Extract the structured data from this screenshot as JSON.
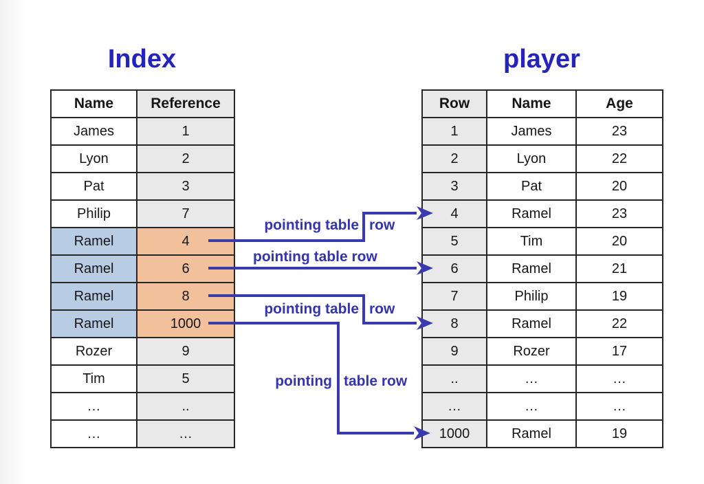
{
  "titles": {
    "index": "Index",
    "player": "player"
  },
  "index_table": {
    "headers": [
      "Name",
      "Reference"
    ],
    "rows": [
      {
        "name": "James",
        "ref": "1"
      },
      {
        "name": "Lyon",
        "ref": "2"
      },
      {
        "name": "Pat",
        "ref": "3"
      },
      {
        "name": "Philip",
        "ref": "7"
      },
      {
        "name": "Ramel",
        "ref": "4",
        "highlighted": true
      },
      {
        "name": "Ramel",
        "ref": "6",
        "highlighted": true
      },
      {
        "name": "Ramel",
        "ref": "8",
        "highlighted": true
      },
      {
        "name": "Ramel",
        "ref": "1000",
        "highlighted": true
      },
      {
        "name": "Rozer",
        "ref": "9"
      },
      {
        "name": "Tim",
        "ref": "5"
      },
      {
        "name": "…",
        "ref": ".."
      },
      {
        "name": "…",
        "ref": "…"
      }
    ]
  },
  "player_table": {
    "headers": [
      "Row",
      "Name",
      "Age"
    ],
    "rows": [
      {
        "row": "1",
        "name": "James",
        "age": "23"
      },
      {
        "row": "2",
        "name": "Lyon",
        "age": "22"
      },
      {
        "row": "3",
        "name": "Pat",
        "age": "20"
      },
      {
        "row": "4",
        "name": "Ramel",
        "age": "23"
      },
      {
        "row": "5",
        "name": "Tim",
        "age": "20"
      },
      {
        "row": "6",
        "name": "Ramel",
        "age": "21"
      },
      {
        "row": "7",
        "name": "Philip",
        "age": "19"
      },
      {
        "row": "8",
        "name": "Ramel",
        "age": "22"
      },
      {
        "row": "9",
        "name": "Rozer",
        "age": "17"
      },
      {
        "row": "..",
        "name": "…",
        "age": "…"
      },
      {
        "row": "…",
        "name": "…",
        "age": "…"
      },
      {
        "row": "1000",
        "name": "Ramel",
        "age": "19"
      }
    ]
  },
  "arrows": {
    "connections": [
      {
        "from_reference": "4",
        "to_row": "4"
      },
      {
        "from_reference": "6",
        "to_row": "6"
      },
      {
        "from_reference": "8",
        "to_row": "8"
      },
      {
        "from_reference": "1000",
        "to_row": "1000"
      }
    ],
    "labels": [
      {
        "part1": "pointing table",
        "part2": "row"
      },
      {
        "part1": "pointing table row",
        "part2": ""
      },
      {
        "part1": "pointing table",
        "part2": "row"
      },
      {
        "part1": "pointing",
        "part2": "table row"
      }
    ]
  },
  "colors": {
    "title_blue": "#2424b8",
    "label_blue": "#3434ad",
    "arrow_blue": "#3a3ab0",
    "highlight_blue": "#b8cce4",
    "highlight_orange": "#f2c19c",
    "cell_gray": "#e9e9e9",
    "border_dark": "#262626"
  }
}
